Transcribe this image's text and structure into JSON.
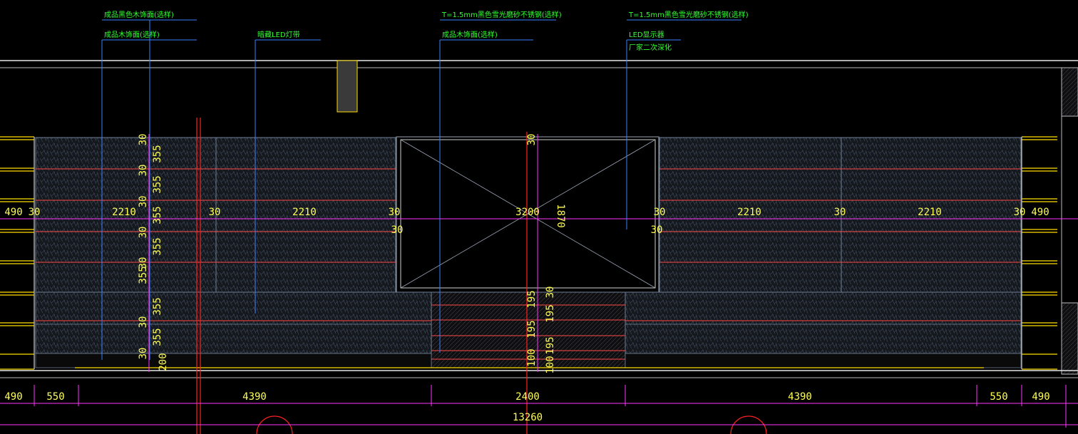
{
  "annotations": [
    "成品黑色木饰面(选样)",
    "成品木饰面(选样)",
    "暗藏LED灯带",
    "T=1.5mm黑色雪光磨砂不锈钢(选样)",
    "成品木饰面(选样)",
    "T=1.5mm黑色雪光磨砂不锈钢(选样)",
    "LED显示器",
    "厂家二次深化"
  ],
  "dims_horizontal": [
    "490",
    "30",
    "2210",
    "30",
    "2210",
    "30",
    "3200",
    "30",
    "2210",
    "30",
    "2210",
    "30",
    "490"
  ],
  "dims_bottom": [
    "490",
    "550",
    "4390",
    "2400",
    "4390",
    "550",
    "490"
  ],
  "dim_total": "13260",
  "dims_vertical_left": [
    "30",
    "355",
    "30",
    "355",
    "30",
    "355",
    "30",
    "355",
    "355",
    "30",
    "355",
    "30",
    "355",
    "30",
    "200"
  ],
  "dims_center": [
    "30",
    "1870",
    "30",
    "30",
    "195",
    "195",
    "30",
    "195",
    "195",
    "100",
    "100"
  ],
  "colors": {
    "background": "#000000",
    "annotation_text": "#33ff33",
    "leader_line": "#3a7fff",
    "dimension": "#ff33ff",
    "dimension_text": "#ffff55",
    "axis": "#ff2020",
    "outline": "#e6e6e6",
    "yellow_line": "#ffdd00"
  }
}
